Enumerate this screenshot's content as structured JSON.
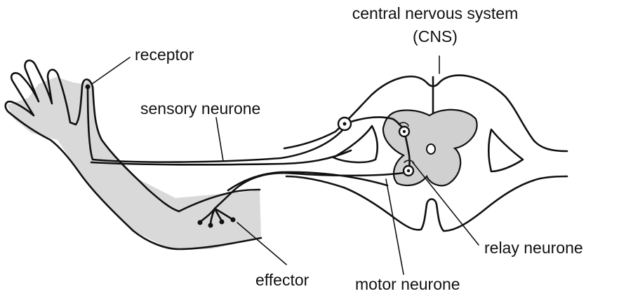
{
  "labels": {
    "cns_line1": "central nervous system",
    "cns_line2": "(CNS)",
    "receptor": "receptor",
    "sensory_neurone": "sensory neurone",
    "relay_neurone": "relay neurone",
    "effector": "effector",
    "motor_neurone": "motor neurone"
  },
  "colors": {
    "grey_matter": "#d0d0d0",
    "arm_fill": "#d9d9d9",
    "outline": "#111111"
  }
}
